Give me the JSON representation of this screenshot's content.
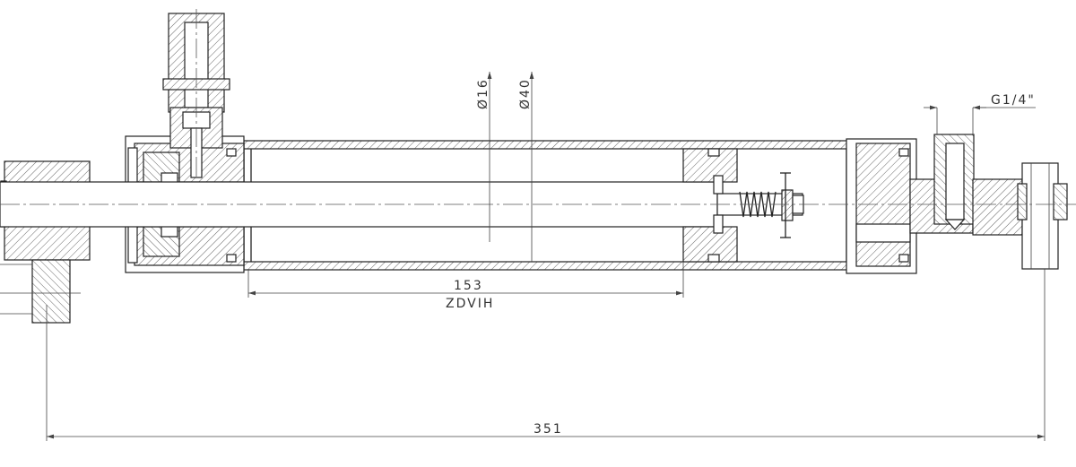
{
  "drawing": {
    "dimensions": {
      "rod_diameter": "Ø16",
      "bore_diameter": "Ø40",
      "port_thread": "G1/4\"",
      "stroke_length": "153",
      "stroke_label": "ZDVIH",
      "overall_length": "351"
    }
  }
}
